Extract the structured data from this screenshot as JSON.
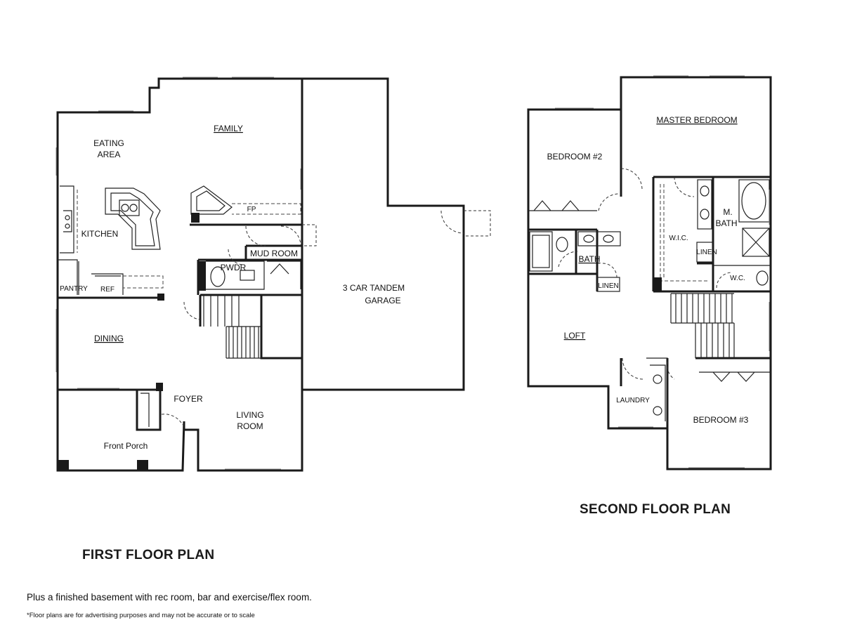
{
  "titles": {
    "first_floor": "FIRST FLOOR PLAN",
    "second_floor": "SECOND FLOOR PLAN"
  },
  "notes": {
    "basement": "Plus a finished basement with rec room, bar and exercise/flex room.",
    "disclaimer": "*Floor plans are for advertising purposes and may not be accurate or to scale"
  },
  "first_floor_rooms": {
    "eating_area_1": "EATING",
    "eating_area_2": "AREA",
    "family": "FAMILY",
    "kitchen": "KITCHEN",
    "fp": "FP",
    "mud_room": "MUD ROOM",
    "pwdr": "PWDR",
    "pantry": "PANTRY",
    "ref": "REF",
    "dining": "DINING",
    "garage_1": "3 CAR TANDEM",
    "garage_2": "GARAGE",
    "foyer": "FOYER",
    "living_1": "LIVING",
    "living_2": "ROOM",
    "front_porch": "Front Porch"
  },
  "second_floor_rooms": {
    "bedroom2": "BEDROOM #2",
    "master_bedroom": "MASTER BEDROOM",
    "wic": "W.I.C.",
    "m_bath_1": "M.",
    "m_bath_2": "BATH",
    "linen_master": "LINEN",
    "wc": "W.C.",
    "bath": "BATH",
    "linen_hall": "LINEN",
    "loft": "LOFT",
    "laundry": "LAUNDRY",
    "bedroom3": "BEDROOM #3"
  }
}
